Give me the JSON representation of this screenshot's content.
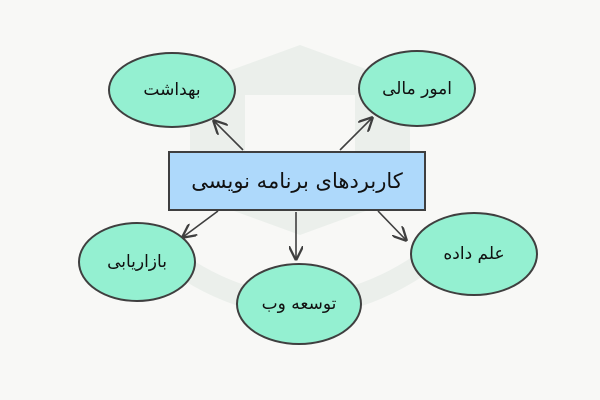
{
  "diagram": {
    "center": {
      "label": "کاربردهای برنامه نویسی"
    },
    "nodes": {
      "health": {
        "label": "بهداشت"
      },
      "finance": {
        "label": "امور مالی"
      },
      "marketing": {
        "label": "بازاریابی"
      },
      "data_science": {
        "label": "علم داده"
      },
      "web_dev": {
        "label": "توسعه وب"
      }
    },
    "colors": {
      "center_fill": "#aed9fb",
      "node_fill": "#94f0d1",
      "stroke": "#3f3f3f",
      "background": "#f8f8f6"
    }
  }
}
